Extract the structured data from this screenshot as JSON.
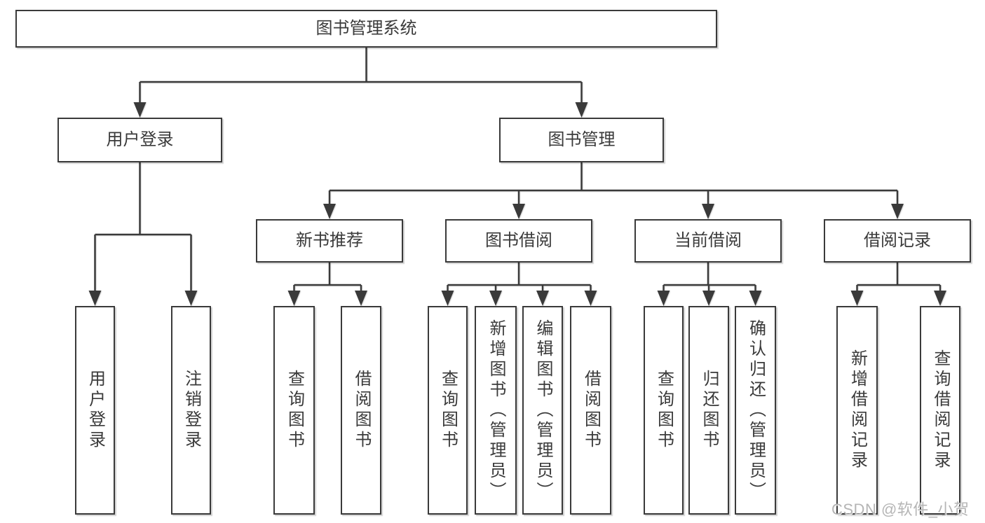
{
  "tree": {
    "label": "图书管理系统",
    "children": [
      {
        "label": "用户登录",
        "children": [
          {
            "label": "用户登录"
          },
          {
            "label": "注销登录"
          }
        ]
      },
      {
        "label": "图书管理",
        "children": [
          {
            "label": "新书推荐",
            "children": [
              {
                "label": "查询图书"
              },
              {
                "label": "借阅图书"
              }
            ]
          },
          {
            "label": "图书借阅",
            "children": [
              {
                "label": "查询图书"
              },
              {
                "label": "新增图书（管理员）"
              },
              {
                "label": "编辑图书（管理员）"
              },
              {
                "label": "借阅图书"
              }
            ]
          },
          {
            "label": "当前借阅",
            "children": [
              {
                "label": "查询图书"
              },
              {
                "label": "归还图书"
              },
              {
                "label": "确认归还（管理员）"
              }
            ]
          },
          {
            "label": "借阅记录",
            "children": [
              {
                "label": "新增借阅记录"
              },
              {
                "label": "查询借阅记录"
              }
            ]
          }
        ]
      }
    ]
  },
  "watermark": {
    "text": "CSDN @软件_小贺同学"
  },
  "colors": {
    "line": "#3a3a3a",
    "box_fill": "#ffffff",
    "text": "#3a3a3a",
    "watermark": "#b5b5b5"
  }
}
